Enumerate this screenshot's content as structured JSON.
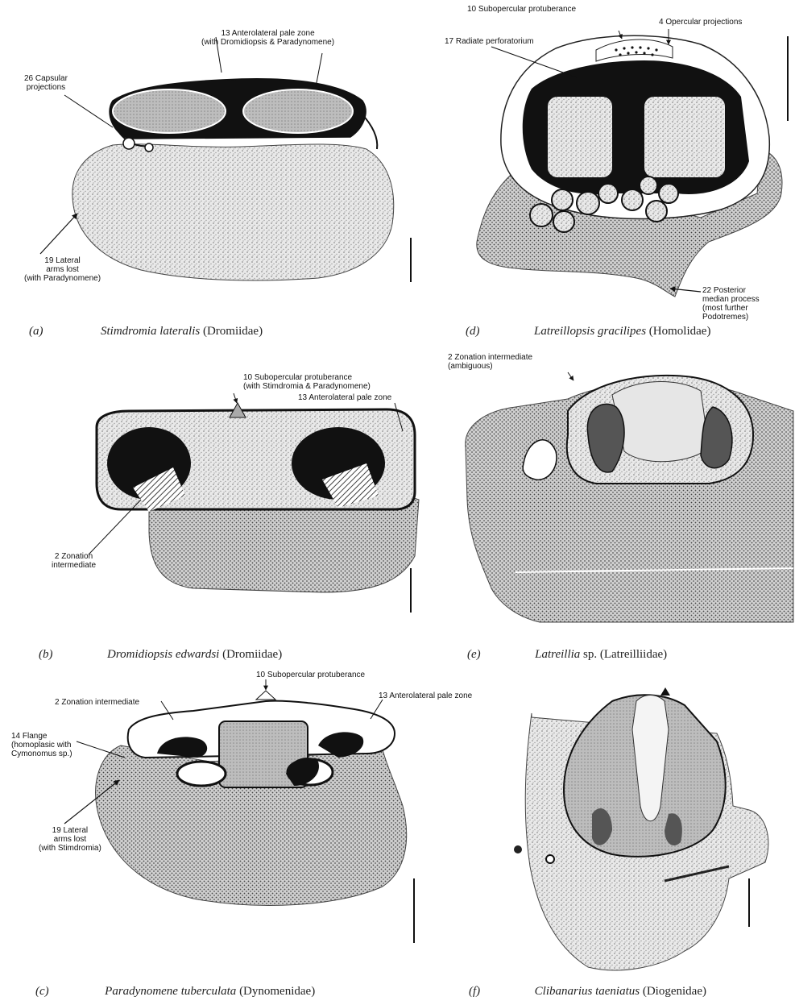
{
  "panels": {
    "a": {
      "letter": "(a)",
      "species": "Stimdromia lateralis",
      "family": "(Dromiidae)",
      "labels": {
        "l13": "13 Anterolateral pale zone\n(with Dromidiopsis & Paradynomene)",
        "l26": "26 Capsular\nprojections",
        "l19": "19 Lateral\narms lost\n(with Paradynomene)"
      }
    },
    "b": {
      "letter": "(b)",
      "species": "Dromidiopsis edwardsi",
      "family": "(Dromiidae)",
      "labels": {
        "l10": "10 Subopercular protuberance\n(with Stimdromia & Paradynomene)",
        "l13": "13 Anterolateral pale zone",
        "l2": "2 Zonation\nintermediate"
      }
    },
    "c": {
      "letter": "(c)",
      "species": "Paradynomene tuberculata",
      "family": "(Dynomenidae)",
      "labels": {
        "l10": "10 Subopercular protuberance",
        "l2": "2 Zonation intermediate",
        "l13": "13 Anterolateral pale zone",
        "l14": "14 Flange\n(homoplasic with\nCymonomus sp.)",
        "l19": "19 Lateral\narms lost\n(with Stimdromia)"
      }
    },
    "d": {
      "letter": "(d)",
      "species": "Latreillopsis gracilipes",
      "family": "(Homolidae)",
      "labels": {
        "l10": "10 Subopercular protuberance",
        "l4": "4 Opercular projections",
        "l17": "17 Radiate perforatorium",
        "l22": "22 Posterior\nmedian process\n(most further\nPodotremes)"
      }
    },
    "e": {
      "letter": "(e)",
      "species": "Latreillia",
      "family": "sp. (Latreilliidae)",
      "labels": {
        "l2": "2 Zonation intermediate\n(ambiguous)"
      }
    },
    "f": {
      "letter": "(f)",
      "species": "Clibanarius taeniatus",
      "family": "(Diogenidae)",
      "labels": {}
    }
  }
}
